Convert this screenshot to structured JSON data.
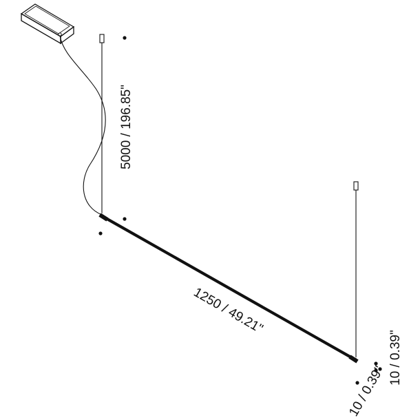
{
  "dimensions": {
    "height": "5000 / 196.85\"",
    "length": "1250 / 49.21\"",
    "width": "10 / 0.39\"",
    "depth": "10 / 0.39\""
  },
  "colors": {
    "line": "#111111",
    "background": "#ffffff"
  }
}
